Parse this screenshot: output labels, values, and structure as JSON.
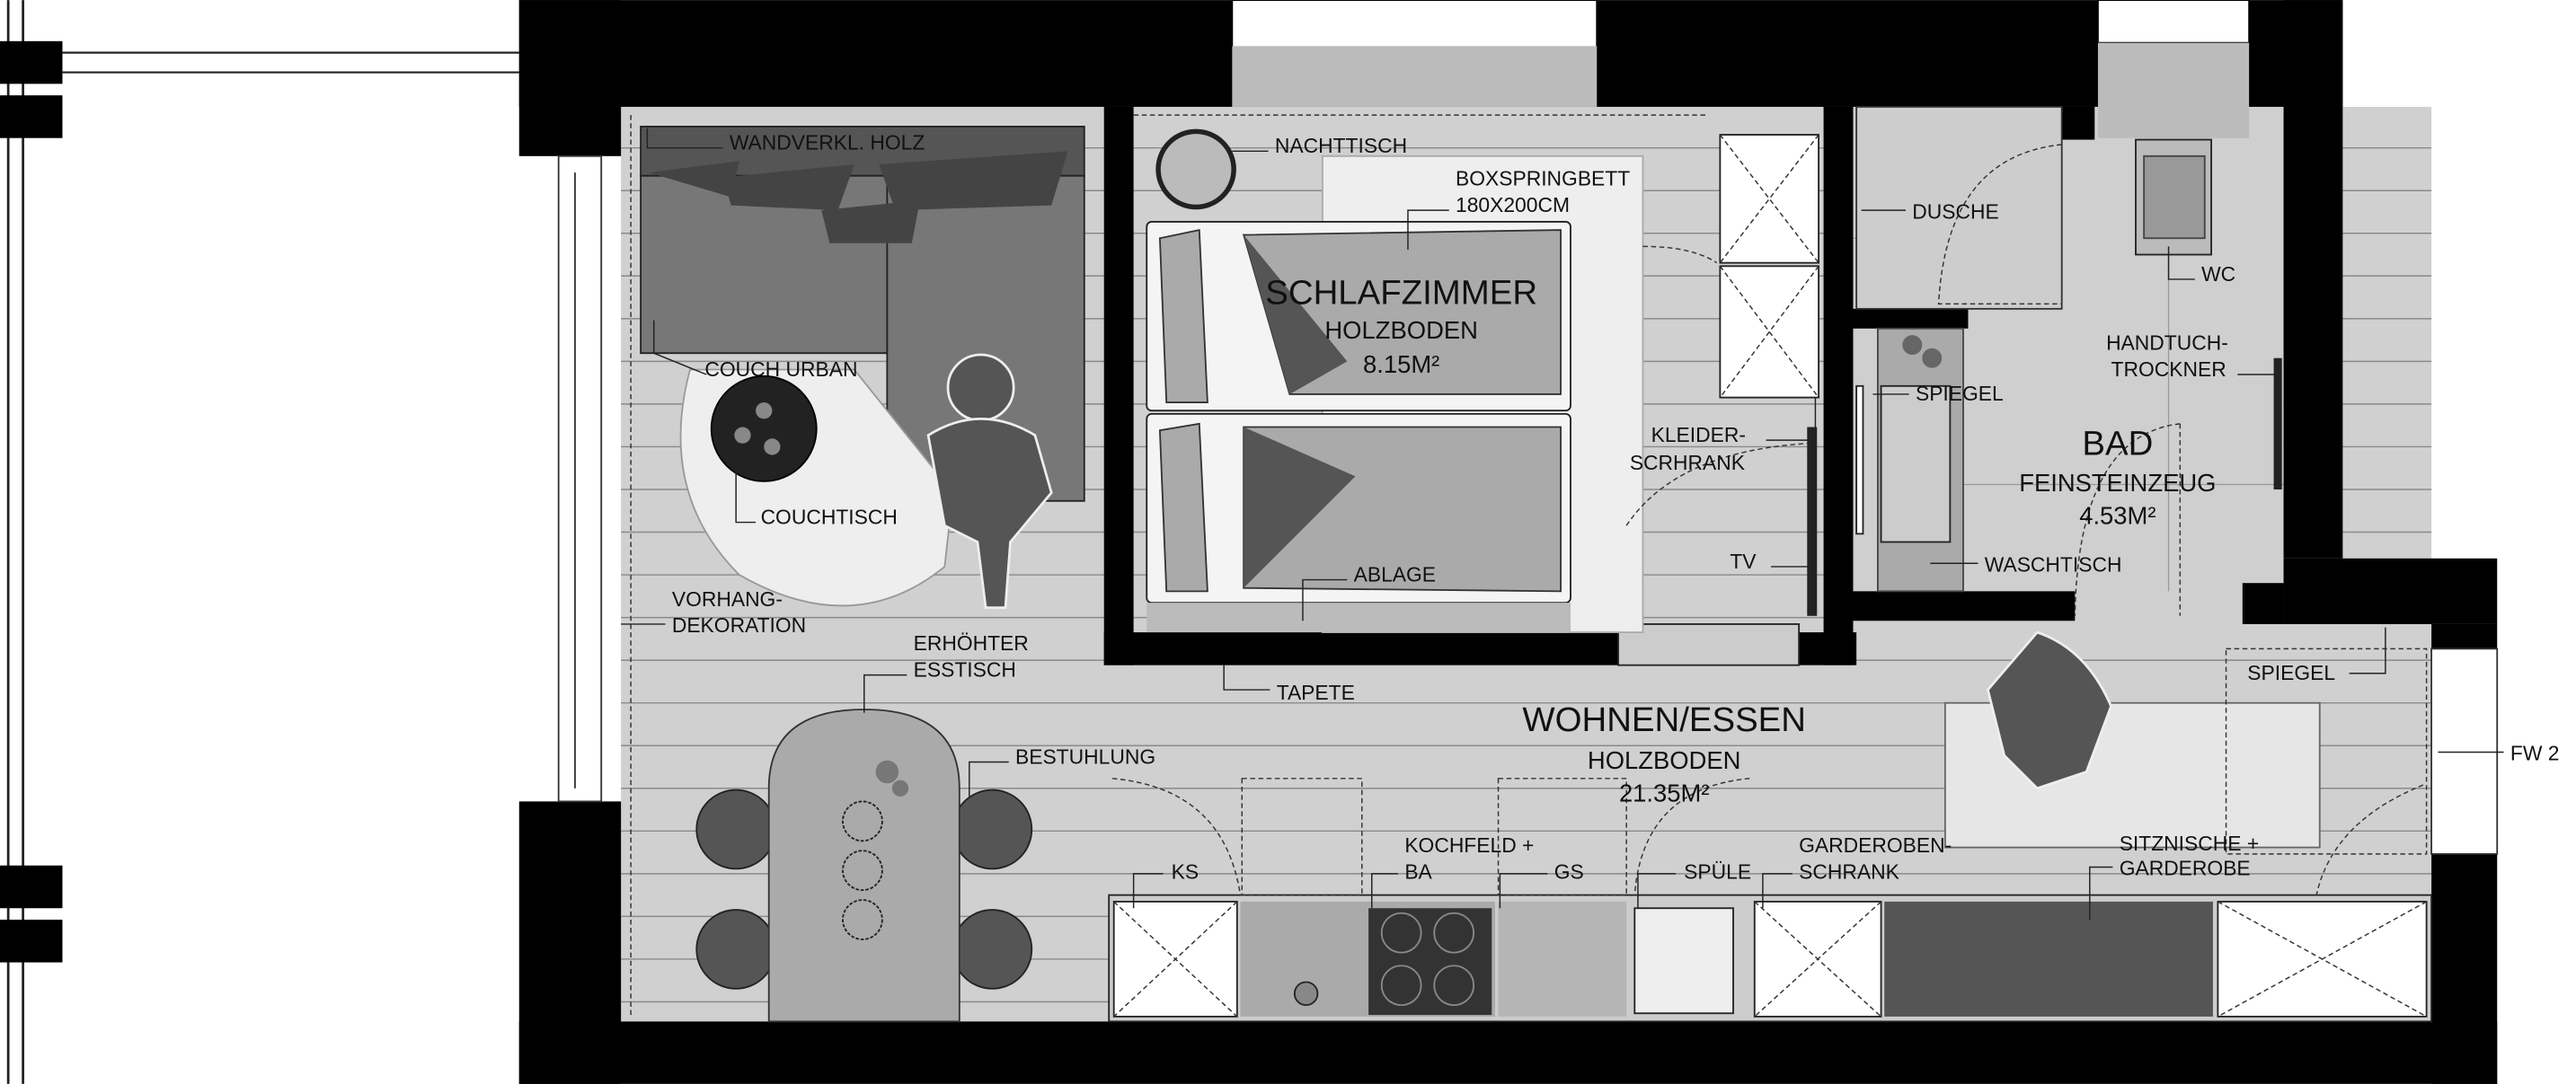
{
  "plan": {
    "living": {
      "name": "WOHNEN/ESSEN",
      "floor": "HOLZBODEN",
      "area": "21.35M²"
    },
    "bedroom": {
      "name": "SCHLAFZIMMER",
      "floor": "HOLZBODEN",
      "area": "8.15M²"
    },
    "bath": {
      "name": "BAD",
      "floor": "FEINSTEINZEUG",
      "area": "4.53M²"
    },
    "labels": {
      "wall_cladding": "WANDVERKL. HOLZ",
      "couch": "COUCH URBAN",
      "coffee_table": "COUCHTISCH",
      "curtain_1": "VORHANG-",
      "curtain_2": "DEKORATION",
      "dining_1": "ERHÖHTER",
      "dining_2": "ESSTISCH",
      "chairs": "BESTUHLUNG",
      "nightstand": "NACHTTISCH",
      "bed_1": "BOXSPRINGBETT",
      "bed_2": "180X200CM",
      "shelf": "ABLAGE",
      "wardrobe_1": "KLEIDER-",
      "wardrobe_2": "SCRHRANK",
      "tv": "TV",
      "wallpaper": "TAPETE",
      "shower": "DUSCHE",
      "wc": "WC",
      "towel_1": "HANDTUCH-",
      "towel_2": "TROCKNER",
      "mirror_bath": "SPIEGEL",
      "washbasin": "WASCHTISCH",
      "mirror_hall": "SPIEGEL",
      "window": "FW 2",
      "fridge": "KS",
      "hob_1": "KOCHFELD +",
      "hob_2": "BA",
      "dishwasher": "GS",
      "sink": "SPÜLE",
      "coat_1": "GARDEROBEN-",
      "coat_2": "SCHRANK",
      "niche_1": "SITZNISCHE +",
      "niche_2": "GARDEROBE"
    }
  },
  "colors": {
    "wall": "#000000",
    "floor": "#d0d0d0",
    "furniture_dark": "#555555",
    "rug": "#eeeeee"
  }
}
